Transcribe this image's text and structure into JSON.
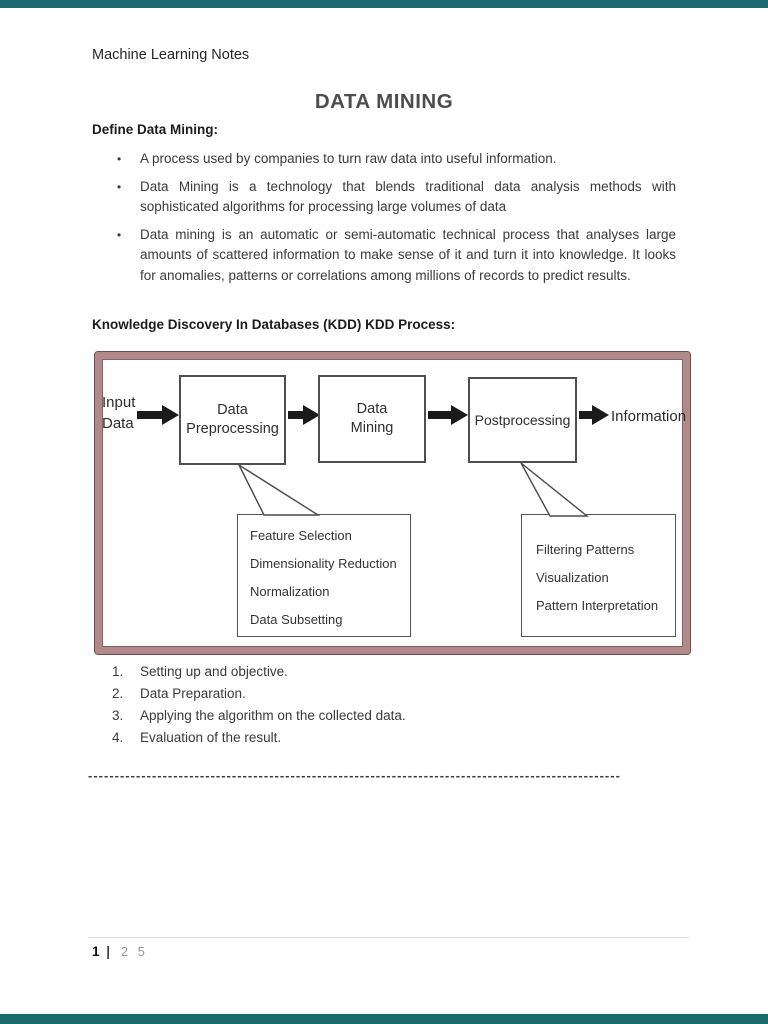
{
  "page": {
    "header_note": "Machine Learning Notes",
    "title": "DATA MINING",
    "define_heading": "Define Data Mining:",
    "bullet_char": "•",
    "bullets": [
      "A process used by companies to turn raw data into useful information.",
      "Data Mining is a technology that blends traditional data analysis methods with sophisticated algorithms for processing large volumes of data",
      "Data mining is an automatic or semi-automatic technical process that analyses large amounts of scattered information to make sense of it and turn it into knowledge. It looks for anomalies, patterns or correlations among millions of records to predict results."
    ],
    "kdd_heading": "Knowledge Discovery In Databases (KDD) KDD Process:",
    "step_numbers": [
      "1.",
      "2.",
      "3.",
      "4."
    ],
    "steps": [
      "Setting up and objective.",
      "Data Preparation.",
      "Applying the algorithm on the collected data.",
      "Evaluation of the result."
    ],
    "separator": "----------------------------------------------------------------------------------------------------",
    "footer": {
      "page_number": "1",
      "divider": "|",
      "page_total": "2 5"
    }
  },
  "diagram": {
    "input_line1": "Input",
    "input_line2": "Data",
    "box1_line1": "Data",
    "box1_line2": "Preprocessing",
    "box2_line1": "Data",
    "box2_line2": "Mining",
    "box3": "Postprocessing",
    "output_label": "Information",
    "left_callout": [
      "Feature Selection",
      "Dimensionality Reduction",
      "Normalization",
      "Data Subsetting"
    ],
    "right_callout": [
      "Filtering Patterns",
      "Visualization",
      "Pattern Interpretation"
    ],
    "frame_color": "#b08a8a",
    "chrome_bar_color": "#1b6a6e"
  }
}
